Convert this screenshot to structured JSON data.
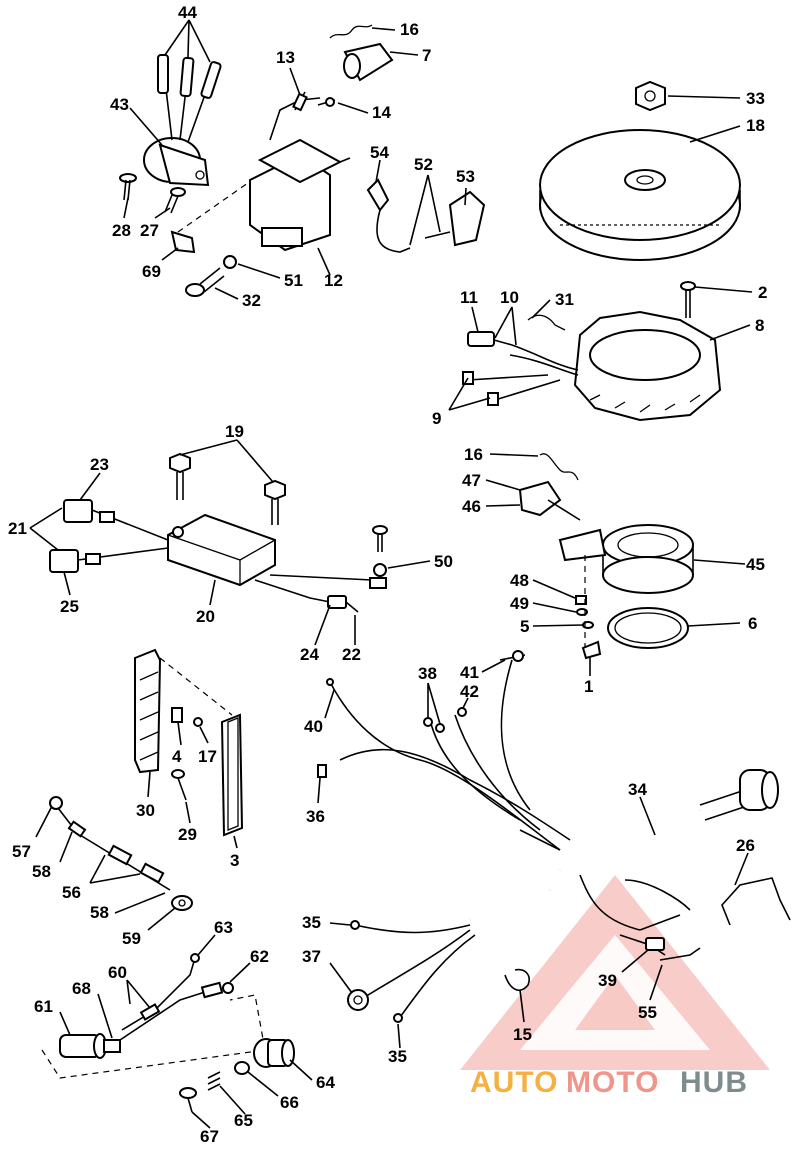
{
  "callouts": [
    {
      "id": "44",
      "text": "44"
    },
    {
      "id": "43",
      "text": "43"
    },
    {
      "id": "28",
      "text": "28"
    },
    {
      "id": "27",
      "text": "27"
    },
    {
      "id": "69",
      "text": "69"
    },
    {
      "id": "32",
      "text": "32"
    },
    {
      "id": "51",
      "text": "51"
    },
    {
      "id": "12",
      "text": "12"
    },
    {
      "id": "13",
      "text": "13"
    },
    {
      "id": "14",
      "text": "14"
    },
    {
      "id": "16a",
      "text": "16"
    },
    {
      "id": "7",
      "text": "7"
    },
    {
      "id": "54",
      "text": "54"
    },
    {
      "id": "52",
      "text": "52"
    },
    {
      "id": "53",
      "text": "53"
    },
    {
      "id": "33",
      "text": "33"
    },
    {
      "id": "18",
      "text": "18"
    },
    {
      "id": "2",
      "text": "2"
    },
    {
      "id": "11",
      "text": "11"
    },
    {
      "id": "10",
      "text": "10"
    },
    {
      "id": "31",
      "text": "31"
    },
    {
      "id": "8",
      "text": "8"
    },
    {
      "id": "9",
      "text": "9"
    },
    {
      "id": "19",
      "text": "19"
    },
    {
      "id": "23",
      "text": "23"
    },
    {
      "id": "21",
      "text": "21"
    },
    {
      "id": "25",
      "text": "25"
    },
    {
      "id": "20",
      "text": "20"
    },
    {
      "id": "50",
      "text": "50"
    },
    {
      "id": "24",
      "text": "24"
    },
    {
      "id": "22",
      "text": "22"
    },
    {
      "id": "16b",
      "text": "16"
    },
    {
      "id": "47",
      "text": "47"
    },
    {
      "id": "46",
      "text": "46"
    },
    {
      "id": "45",
      "text": "45"
    },
    {
      "id": "48",
      "text": "48"
    },
    {
      "id": "49",
      "text": "49"
    },
    {
      "id": "5",
      "text": "5"
    },
    {
      "id": "6",
      "text": "6"
    },
    {
      "id": "1",
      "text": "1"
    },
    {
      "id": "38",
      "text": "38"
    },
    {
      "id": "41",
      "text": "41"
    },
    {
      "id": "42",
      "text": "42"
    },
    {
      "id": "40",
      "text": "40"
    },
    {
      "id": "4",
      "text": "4"
    },
    {
      "id": "17",
      "text": "17"
    },
    {
      "id": "30",
      "text": "30"
    },
    {
      "id": "29",
      "text": "29"
    },
    {
      "id": "36",
      "text": "36"
    },
    {
      "id": "3",
      "text": "3"
    },
    {
      "id": "34",
      "text": "34"
    },
    {
      "id": "26",
      "text": "26"
    },
    {
      "id": "57",
      "text": "57"
    },
    {
      "id": "58a",
      "text": "58"
    },
    {
      "id": "56",
      "text": "56"
    },
    {
      "id": "58b",
      "text": "58"
    },
    {
      "id": "59",
      "text": "59"
    },
    {
      "id": "35a",
      "text": "35"
    },
    {
      "id": "37",
      "text": "37"
    },
    {
      "id": "39",
      "text": "39"
    },
    {
      "id": "15",
      "text": "15"
    },
    {
      "id": "55",
      "text": "55"
    },
    {
      "id": "35b",
      "text": "35"
    },
    {
      "id": "63",
      "text": "63"
    },
    {
      "id": "62",
      "text": "62"
    },
    {
      "id": "60",
      "text": "60"
    },
    {
      "id": "68",
      "text": "68"
    },
    {
      "id": "61",
      "text": "61"
    },
    {
      "id": "64",
      "text": "64"
    },
    {
      "id": "65",
      "text": "65"
    },
    {
      "id": "66",
      "text": "66"
    },
    {
      "id": "67",
      "text": "67"
    }
  ],
  "watermark": {
    "part1": "AUTO",
    "part2": "MOTO",
    "part3": "HUB",
    "color1": "#f5b041",
    "color2": "#f1948a",
    "color3": "#7f8c8d",
    "triangle_color": "#f1948a"
  }
}
